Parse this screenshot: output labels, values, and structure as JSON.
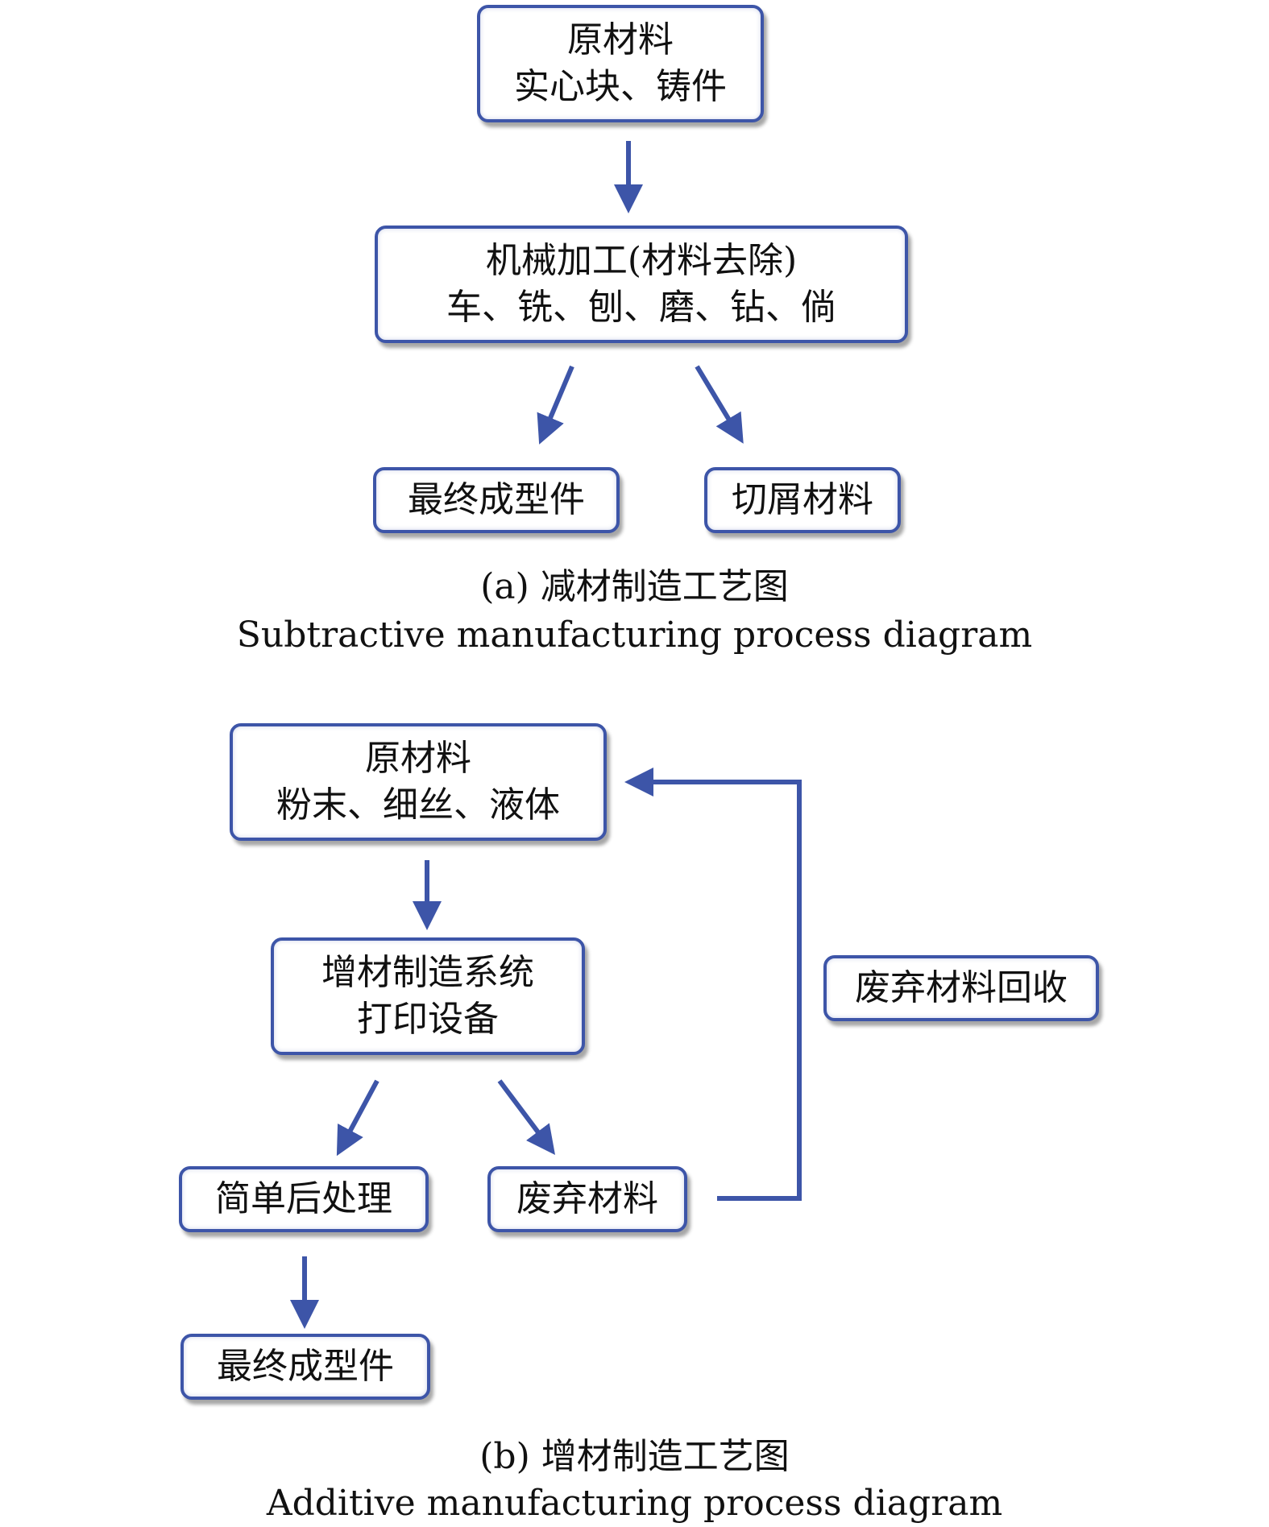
{
  "diagram_a": {
    "raw_material": {
      "line1": "原材料",
      "line2": "实心块、铸件"
    },
    "machining": {
      "line1": "机械加工(材料去除)",
      "line2": "车、铣、刨、磨、钻、倘"
    },
    "final_part": "最终成型件",
    "chips": "切屑材料",
    "caption": {
      "cn": "(a) 减材制造工艺图",
      "en": "Subtractive manufacturing process diagram"
    }
  },
  "diagram_b": {
    "raw_material": {
      "line1": "原材料",
      "line2": "粉末、细丝、液体"
    },
    "am_system": {
      "line1": "增材制造系统",
      "line2": "打印设备"
    },
    "post_processing": "简单后处理",
    "waste": "废弃材料",
    "recycling": "废弃材料回收",
    "final_part": "最终成型件",
    "caption": {
      "cn": "(b) 增材制造工艺图",
      "en": "Additive manufacturing process diagram"
    }
  },
  "colors": {
    "border": "#3d55a8",
    "arrow": "#3d55a8"
  }
}
